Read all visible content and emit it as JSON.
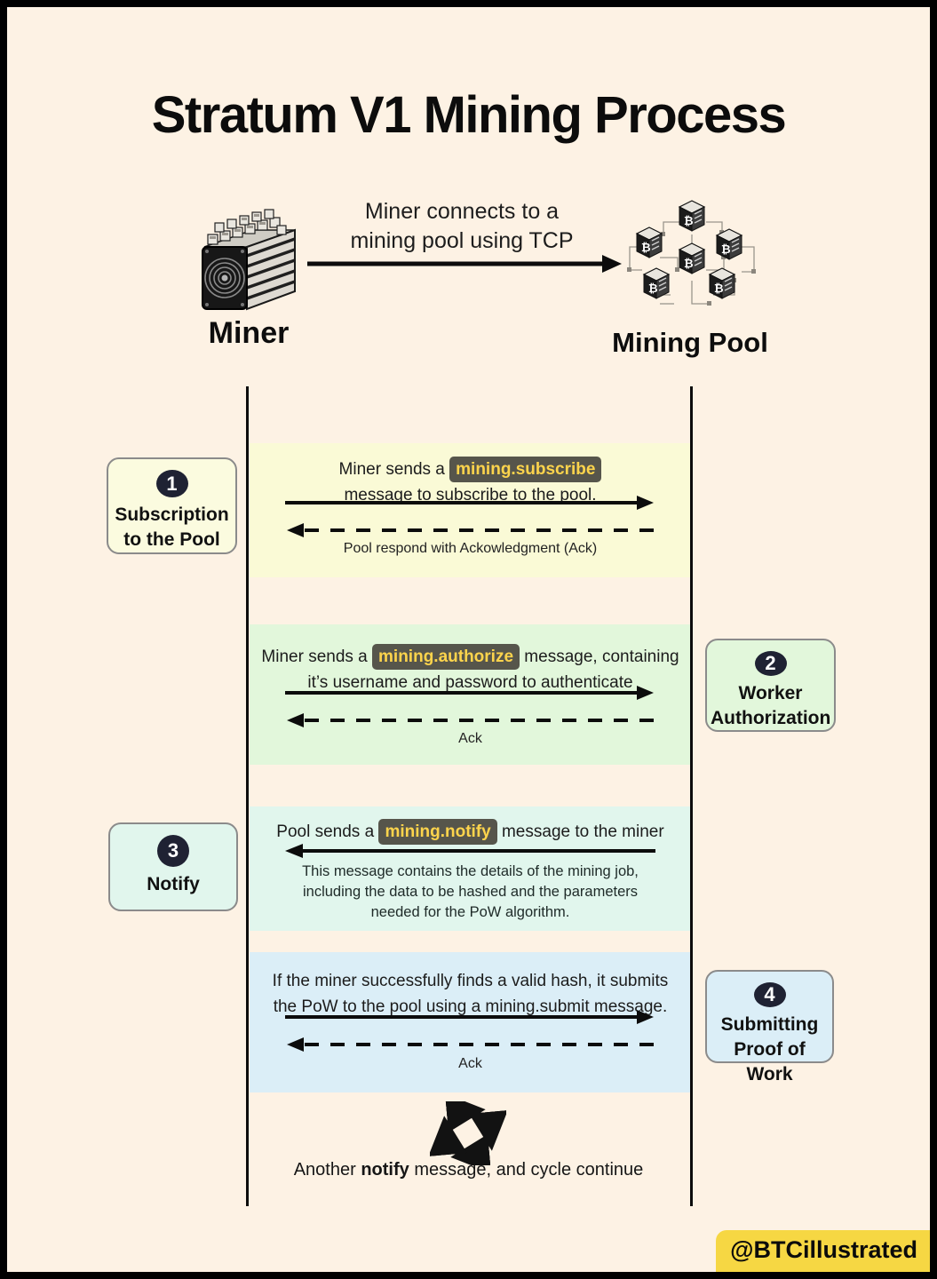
{
  "title": "Stratum V1 Mining Process",
  "hero": {
    "connect_line1": "Miner connects to a",
    "connect_line2": "mining pool using TCP",
    "miner_label": "Miner",
    "pool_label": "Mining Pool"
  },
  "steps": {
    "s1": {
      "num": "1",
      "side_label": "Subscription to the Pool",
      "l1_pre": "Miner sends a ",
      "l1_chip": "mining.subscribe",
      "l2": "message to subscribe to the pool.",
      "reply": "Pool respond with Ackowledgment (Ack)"
    },
    "s2": {
      "num": "2",
      "side_label": "Worker Authorization",
      "l1_pre": "Miner sends a ",
      "l1_chip": "mining.authorize",
      "l1_post": " message, containing",
      "l2": "it’s username and password to authenticate",
      "reply": "Ack"
    },
    "s3": {
      "num": "3",
      "side_label": "Notify",
      "l1_pre": "Pool sends a ",
      "l1_chip": "mining.notify",
      "l1_post": " message to the miner",
      "desc1": "This message contains the details of the mining job,",
      "desc2": "including the data to be hashed and the parameters",
      "desc3": "needed for the PoW algorithm."
    },
    "s4": {
      "num": "4",
      "side_label": "Submitting Proof of Work",
      "l1": "If the miner successfully finds a valid hash, it submits",
      "l2": "the PoW to the pool using a mining.submit message.",
      "reply": "Ack"
    }
  },
  "cycle": {
    "pre": "Another ",
    "bold": "notify",
    "post": " message, and cycle continue"
  },
  "watermark": "@BTCillustrated",
  "colors": {
    "background": "#fdf2e4",
    "band_subscribe": "#fafad6",
    "band_authorize": "#e2f7db",
    "band_notify": "#e1f6ed",
    "band_submit": "#dbeef7",
    "chip_bg": "#56554b",
    "chip_text": "#fdd44c",
    "number_badge": "#1f2233",
    "watermark_bg": "#f6d743",
    "line": "#0c0c0c"
  }
}
